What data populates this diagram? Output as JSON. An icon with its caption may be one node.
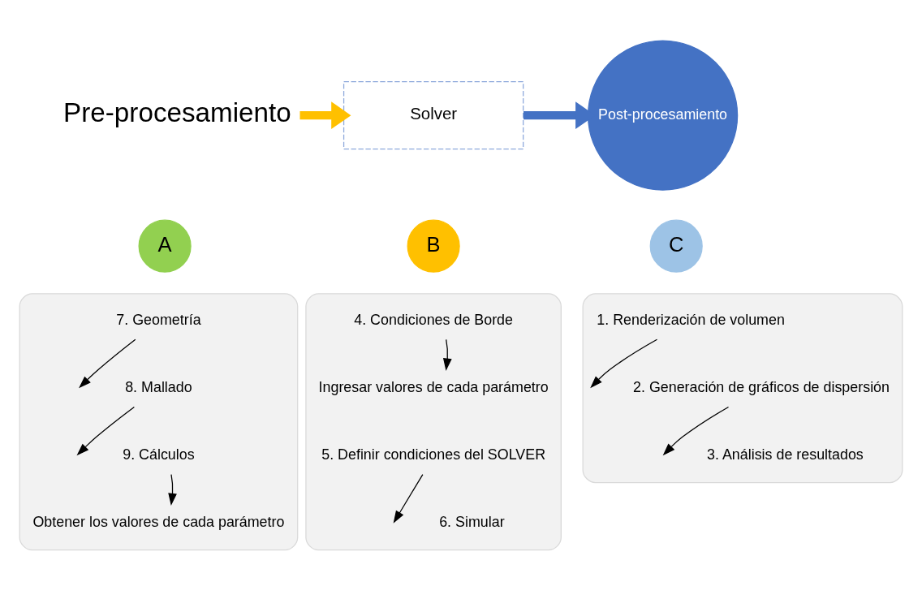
{
  "diagram": {
    "nodes": [
      {
        "text": [
          "Pre-procesamiento"
        ]
      },
      {
        "text": [
          "Solver"
        ]
      },
      {
        "text": [
          "Post-procesamiento"
        ]
      },
      {
        "text": [
          "A"
        ]
      },
      {
        "text": [
          "B"
        ]
      },
      {
        "text": [
          "C"
        ]
      },
      {
        "text": [],
        "shape": "box"
      },
      {
        "text": [
          "7. Geometría"
        ],
        "in": 6
      },
      {
        "text": [
          "8. Mallado"
        ],
        "in": 6
      },
      {
        "text": [
          "9. Cálculos"
        ],
        "in": 6
      },
      {
        "text": [
          "Obtener los valores de cada parámetro"
        ],
        "in": 6
      },
      {
        "text": [],
        "shape": "box"
      },
      {
        "text": [
          "4. Condiciones de Borde"
        ],
        "in": 11
      },
      {
        "text": [
          "Ingresar valores de cada parámetro"
        ],
        "in": 11
      },
      {
        "text": [
          "5. Definir condiciones del SOLVER"
        ],
        "in": 11
      },
      {
        "text": [
          "6. Simular"
        ],
        "in": 11
      },
      {
        "text": [],
        "shape": "box"
      },
      {
        "text": [
          "1. Renderización de volumen"
        ],
        "in": 16
      },
      {
        "text": [
          "2. Generación de gráficos de dispersión"
        ],
        "in": 16
      },
      {
        "text": [
          "3. Análisis de resultados"
        ],
        "in": 16
      }
    ],
    "edges": [
      {
        "from": 0,
        "to": 1,
        "arrow": "to",
        "style": "thick",
        "color": "#ffc000"
      },
      {
        "from": 1,
        "to": 2,
        "arrow": "to",
        "style": "thick",
        "color": "#4472c4"
      },
      {
        "from": 7,
        "to": null,
        "arrow": "to"
      },
      {
        "from": 8,
        "to": null,
        "arrow": "to"
      },
      {
        "from": 9,
        "to": 10,
        "arrow": "to"
      },
      {
        "from": 12,
        "to": 13,
        "arrow": "to"
      },
      {
        "from": 14,
        "to": null,
        "arrow": "to"
      },
      {
        "from": 17,
        "to": null,
        "arrow": "to"
      },
      {
        "from": 18,
        "to": null,
        "arrow": "to"
      }
    ]
  }
}
